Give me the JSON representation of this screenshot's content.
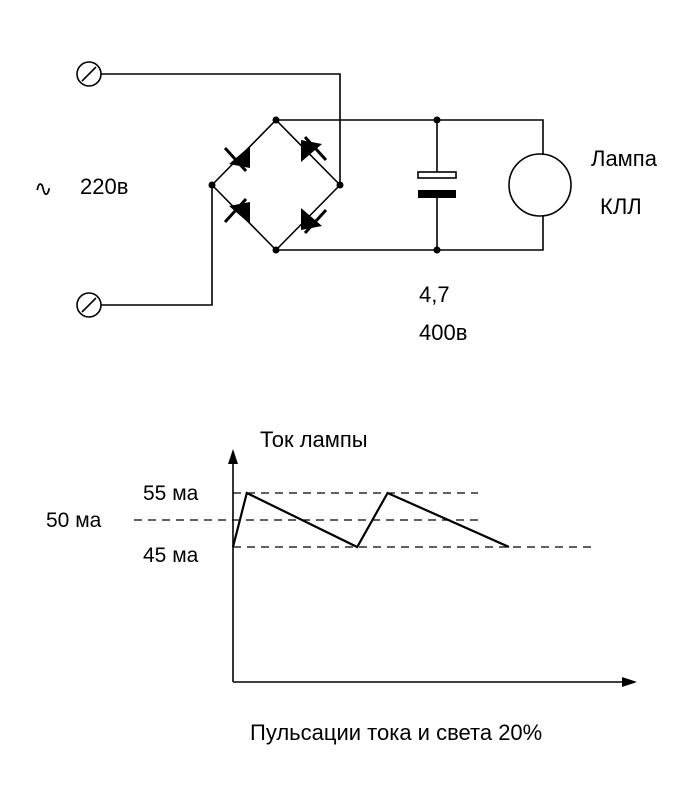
{
  "circuit": {
    "source": {
      "symbol": "∿",
      "voltage": "220в"
    },
    "capacitor": {
      "value": "4,7",
      "voltage": "400в"
    },
    "lamp": {
      "line1": "Лампа",
      "line2": "КЛЛ"
    }
  },
  "chart_data": {
    "type": "line",
    "title": "Ток лампы",
    "caption": "Пульсации тока и света 20%",
    "y_ticks": [
      {
        "label": "55 ма",
        "value": 55
      },
      {
        "label": "50 ма",
        "value": 50
      },
      {
        "label": "45 ма",
        "value": 45
      }
    ],
    "series": [
      {
        "x": [
          0,
          0.5,
          4.5,
          5.6,
          10
        ],
        "y": [
          45,
          55,
          45,
          55,
          45
        ]
      }
    ]
  }
}
